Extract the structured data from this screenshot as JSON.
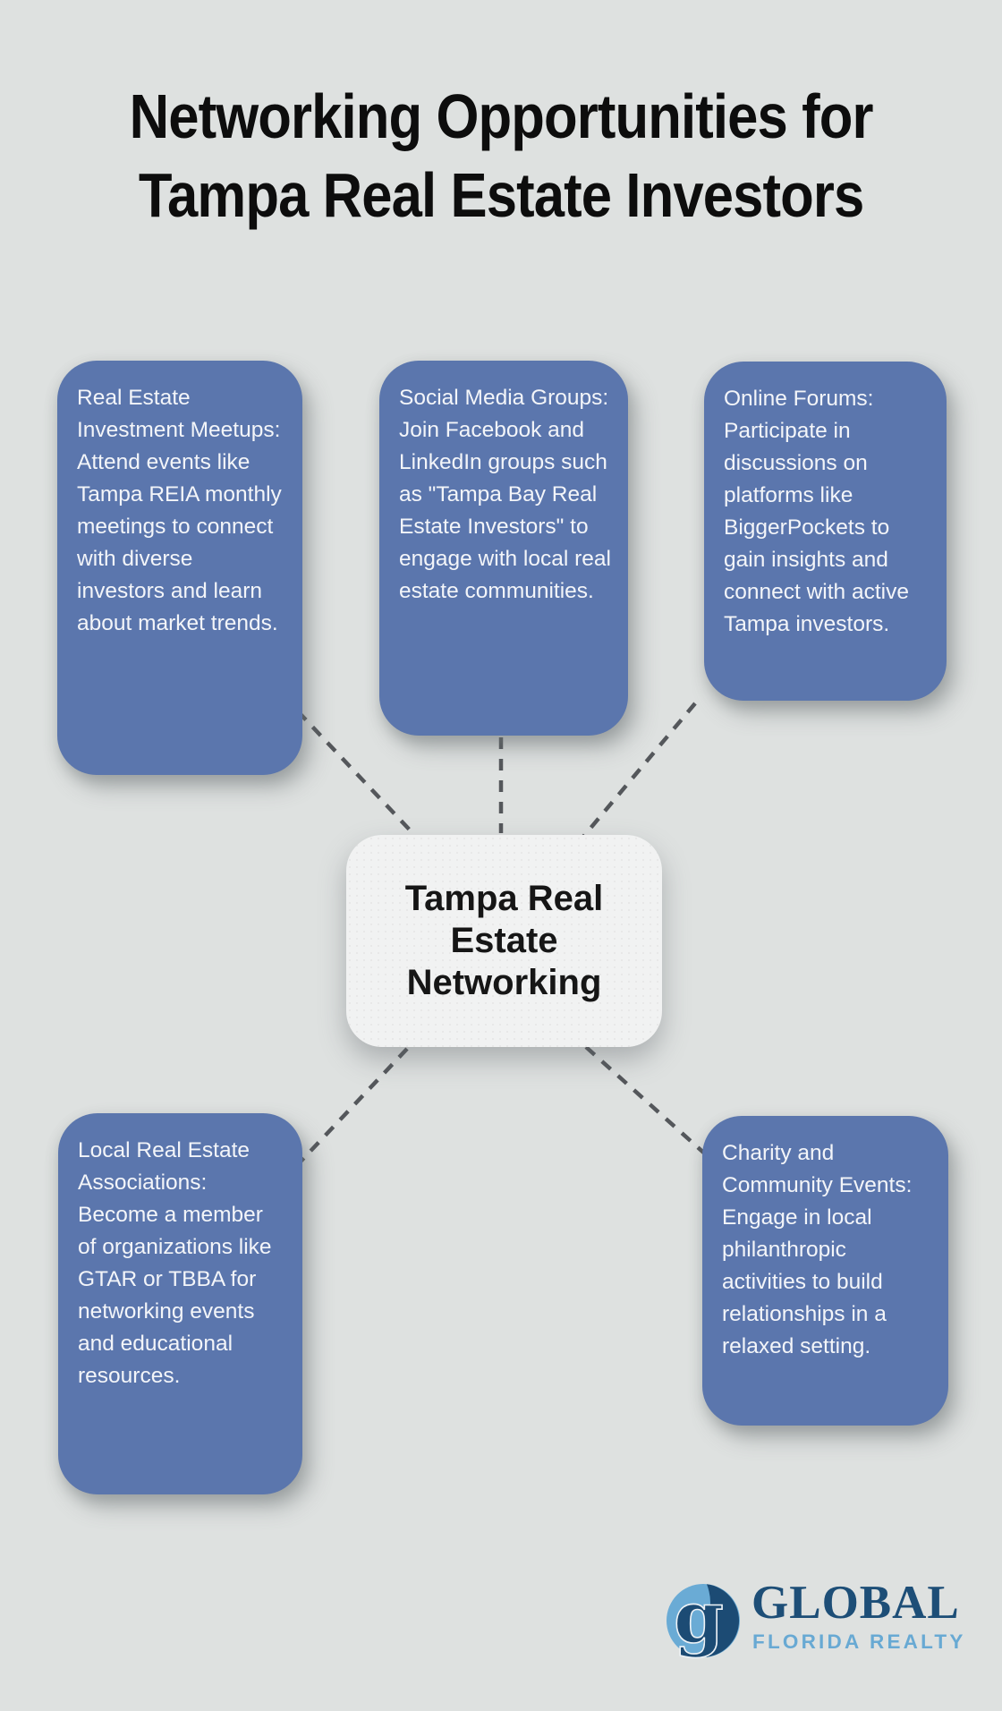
{
  "title": {
    "line1": "Networking Opportunities for",
    "line2": "Tampa Real Estate Investors"
  },
  "center": {
    "label": "Tampa Real Estate Networking"
  },
  "nodes": [
    {
      "id": "meetups",
      "text": "Real Estate Investment Meetups: Attend events like Tampa REIA monthly meetings to connect with diverse investors and learn about market trends."
    },
    {
      "id": "social-media",
      "text": "Social Media Groups: Join Facebook and LinkedIn groups such as \"Tampa Bay Real Estate Investors\" to engage with local real estate communities."
    },
    {
      "id": "online-forums",
      "text": "Online Forums: Participate in discussions on platforms like BiggerPockets to gain insights and connect with active Tampa investors."
    },
    {
      "id": "associations",
      "text": "Local Real Estate Associations: Become a member of organizations like GTAR or TBBA for networking events and educational resources."
    },
    {
      "id": "charity",
      "text": "Charity and Community Events: Engage in local philanthropic activities to build relationships in a relaxed setting."
    }
  ],
  "logo": {
    "monogram": "g",
    "name": "GLOBAL",
    "subtitle": "FLORIDA REALTY"
  },
  "colors": {
    "background": "#dee1e0",
    "node_fill": "#5b76ad",
    "node_text": "#f3f5f9",
    "center_fill": "#f1f2f2",
    "center_text": "#161616",
    "connector": "#54575b",
    "logo_navy": "#1d4e77",
    "logo_light_blue": "#68a9d3"
  }
}
